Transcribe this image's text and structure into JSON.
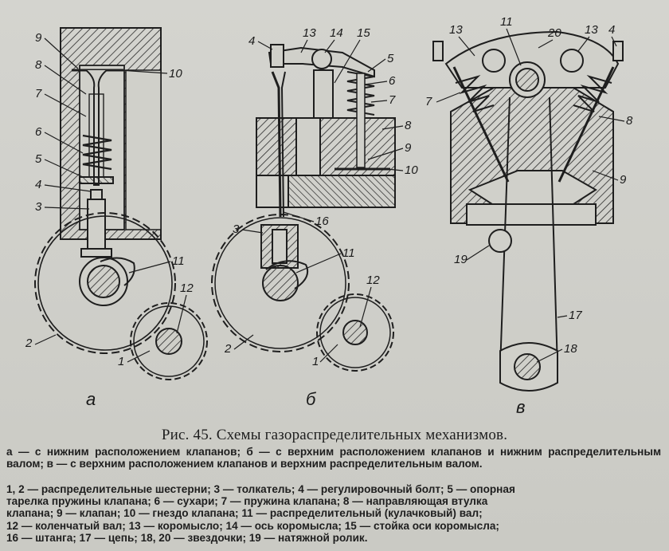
{
  "figure": {
    "panel_labels": {
      "a": "а",
      "b": "б",
      "c": "в"
    },
    "callouts_a": [
      "9",
      "8",
      "7",
      "6",
      "5",
      "4",
      "3",
      "10",
      "11",
      "12",
      "2",
      "1"
    ],
    "callouts_b": [
      "4",
      "13",
      "14",
      "15",
      "5",
      "6",
      "7",
      "8",
      "9",
      "10",
      "16",
      "3",
      "11",
      "12",
      "2",
      "1"
    ],
    "callouts_c": [
      "13",
      "11",
      "20",
      "13",
      "4",
      "7",
      "8",
      "9",
      "19",
      "17",
      "18"
    ]
  },
  "caption": {
    "title": "Рис. 45. Схемы газораспределительных механизмов.",
    "subtitle": "а — с нижним расположением клапанов; б — с верхним расположением клапанов и нижним распределительным валом; в — с верхним расположением клапанов и верхним распределительным валом.",
    "legend_lines": [
      "1, 2 — распределительные шестерни; 3 — толкатель; 4 — регулировочный болт; 5 — опорная",
      "тарелка пружины клапана; 6 — сухари; 7 — пружина клапана; 8 — направляющая втулка",
      "клапана; 9 — клапан; 10 — гнездо клапана; 11 — распределительный (кулачковый) вал;",
      "12 — коленчатый вал; 13 — коромысло; 14 — ось коромысла; 15 — стойка оси коромысла;",
      "16 — штанга; 17 — цепь; 18, 20 — звездочки; 19 — натяжной ролик."
    ]
  },
  "colors": {
    "ink": "#1e1e1e",
    "paper": "#cfcfc9"
  }
}
